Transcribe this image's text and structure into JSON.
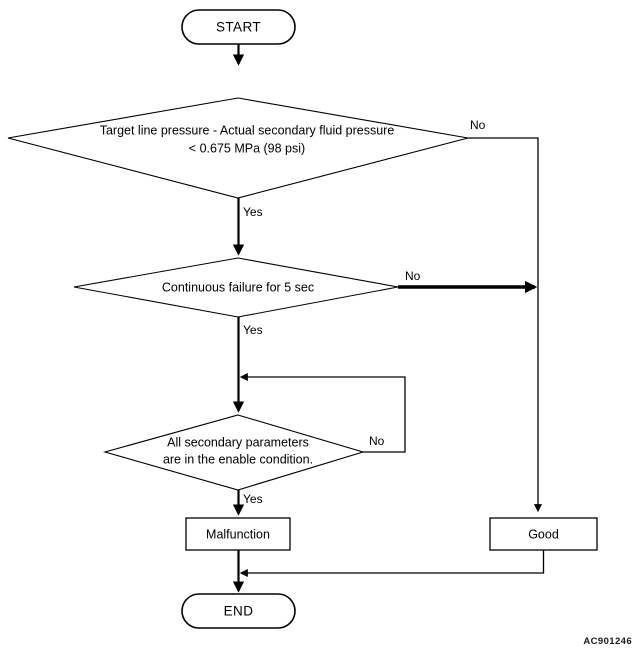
{
  "diagram": {
    "type": "flowchart",
    "title": "",
    "corner_code": "AC901246",
    "nodes": {
      "start": {
        "label": "START",
        "shape": "terminator"
      },
      "decision_1": {
        "line1": "Target line pressure - Actual secondary fluid pressure",
        "line2": "< 0.675 MPa (98 psi)",
        "shape": "decision"
      },
      "decision_2": {
        "line1": "Continuous failure for 5 sec",
        "shape": "decision"
      },
      "decision_3": {
        "line1": "All secondary parameters",
        "line2": "are in the enable condition.",
        "shape": "decision"
      },
      "malfunction": {
        "label": "Malfunction",
        "shape": "process"
      },
      "good": {
        "label": "Good",
        "shape": "process"
      },
      "end": {
        "label": "END",
        "shape": "terminator"
      }
    },
    "edge_labels": {
      "d1_no": "No",
      "d1_yes": "Yes",
      "d2_no": "No",
      "d2_yes": "Yes",
      "d3_no": "No",
      "d3_yes": "Yes"
    },
    "colors": {
      "stroke": "#000000",
      "fill": "#ffffff",
      "text": "#000000"
    }
  }
}
